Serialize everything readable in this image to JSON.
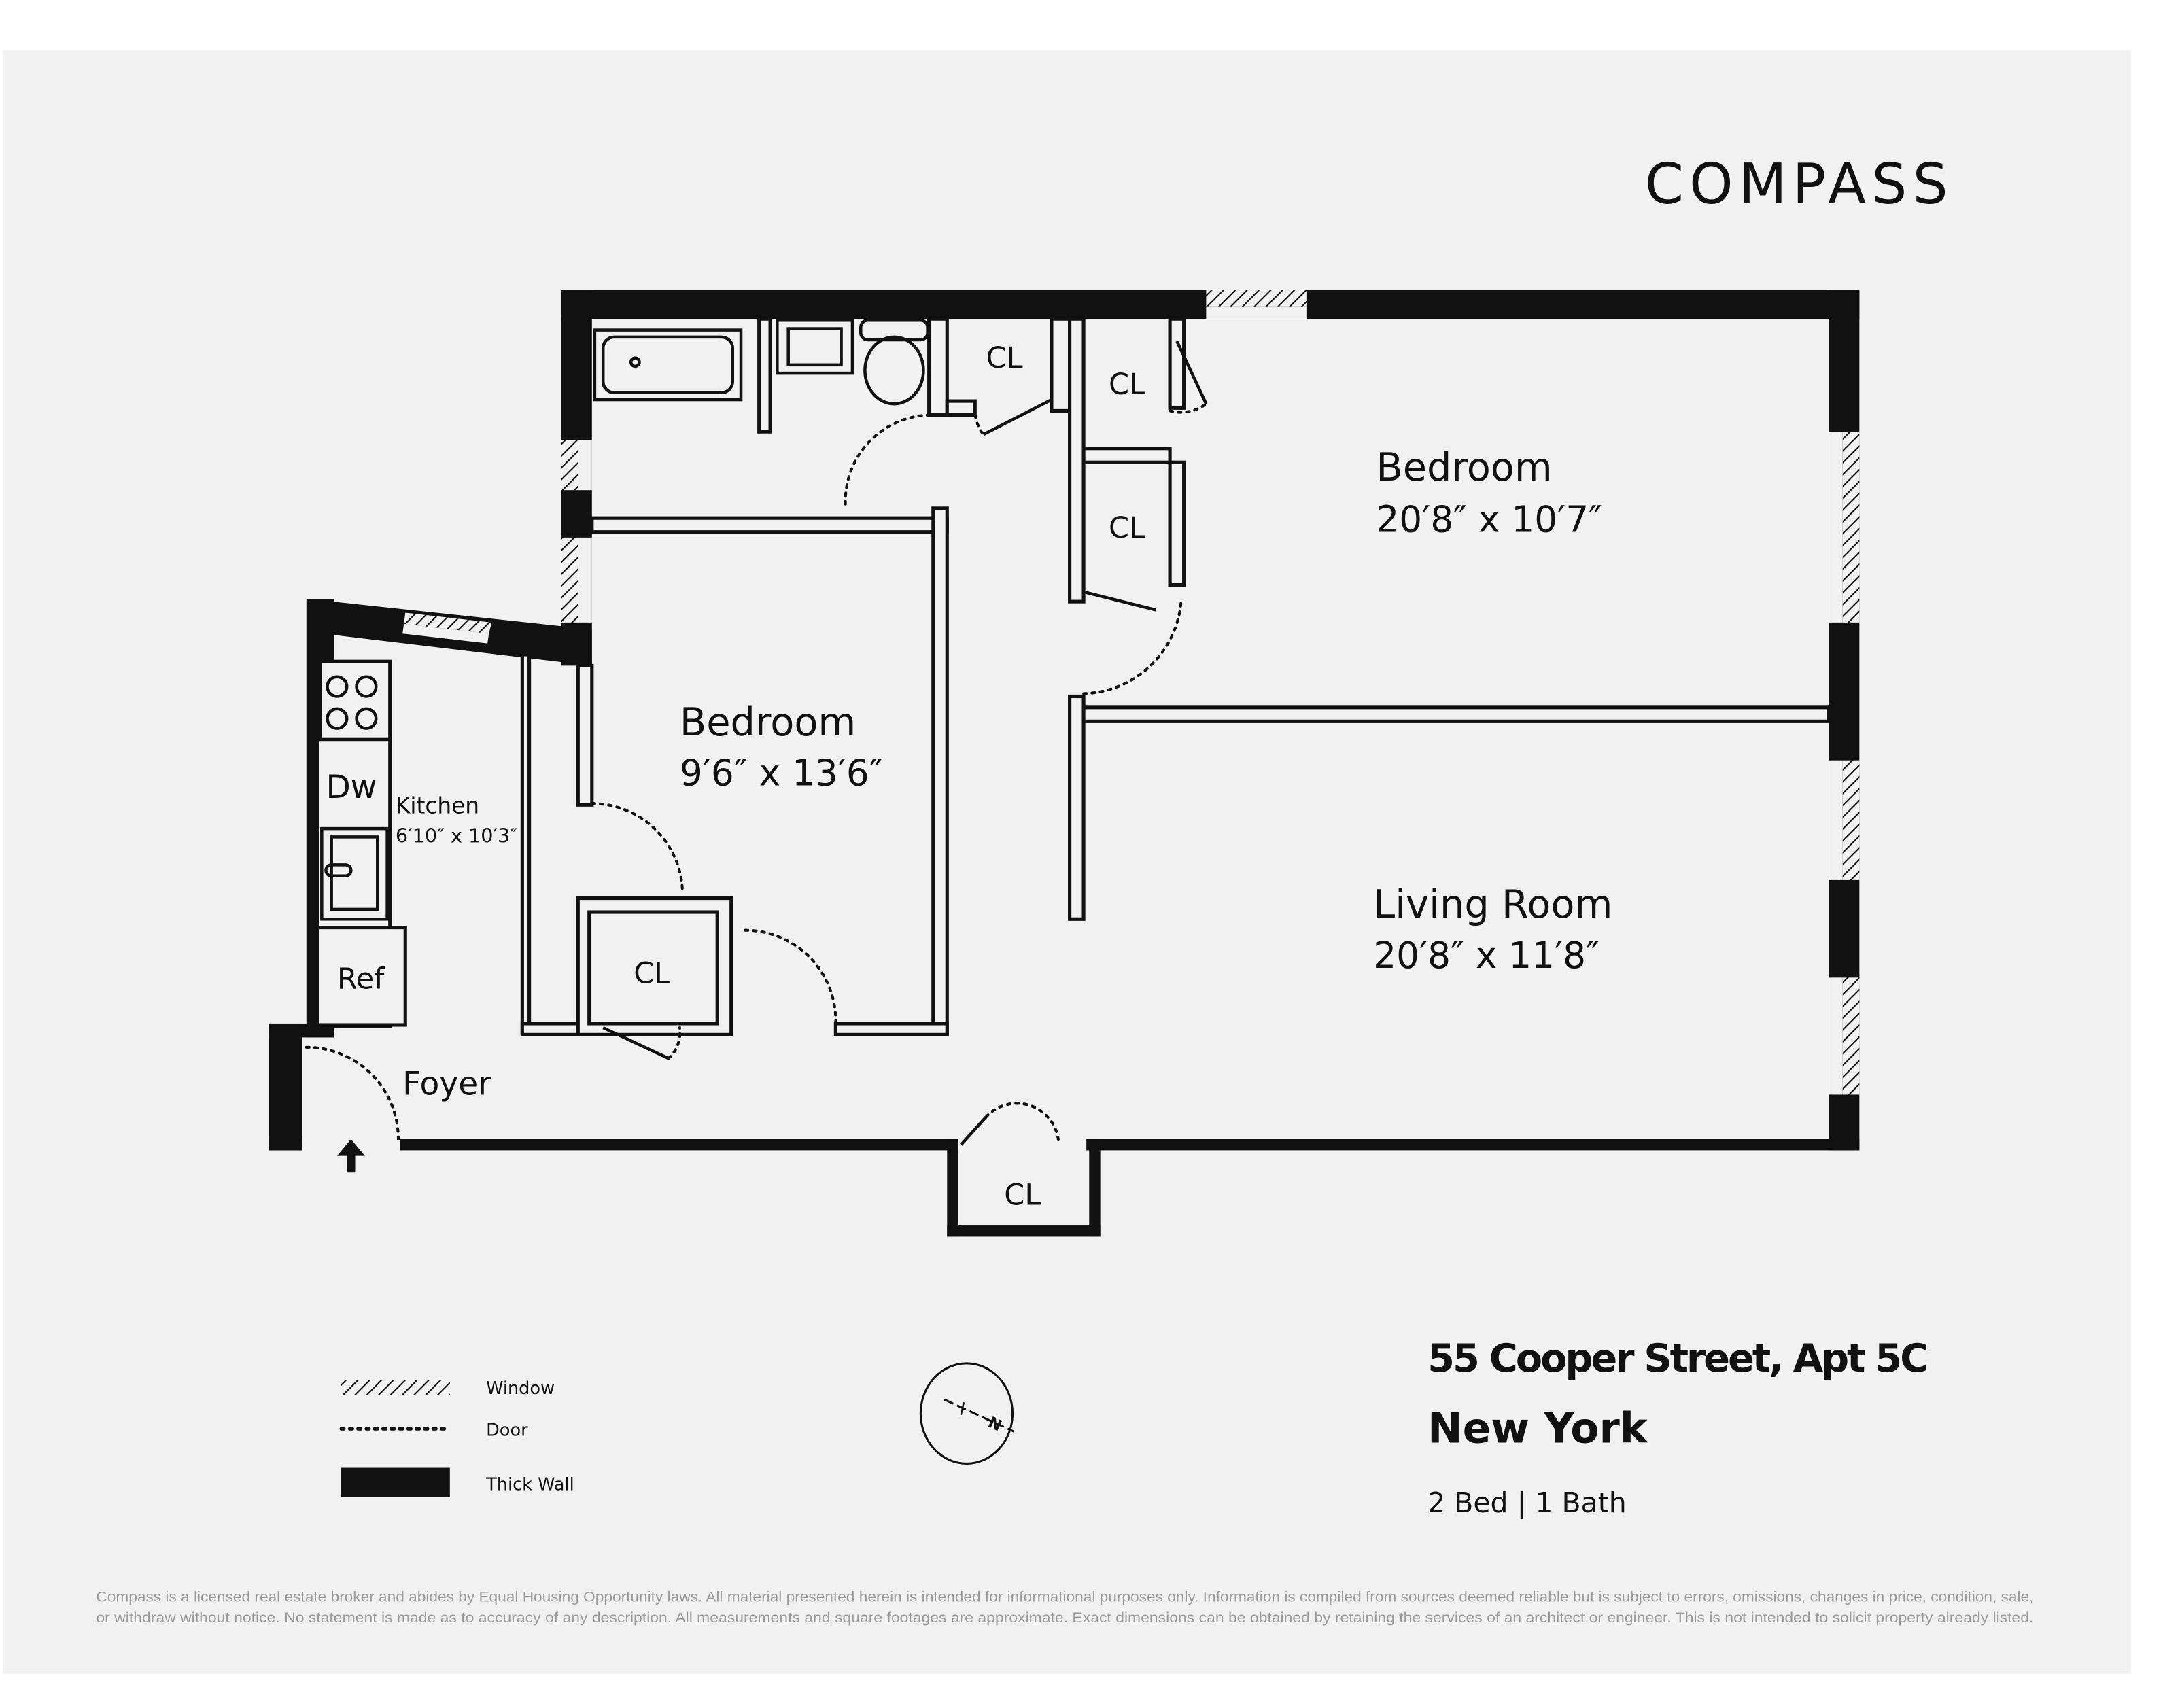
{
  "brand": {
    "logo_text": "COMPASS"
  },
  "rooms": {
    "bedroom_main": {
      "label": "Bedroom",
      "dims": "20′8″ x 10′7″"
    },
    "bedroom_second": {
      "label": "Bedroom",
      "dims": "9′6″ x 13′6″"
    },
    "living_room": {
      "label": "Living Room",
      "dims": "20′8″ x 11′8″"
    },
    "kitchen": {
      "label": "Kitchen",
      "dims": "6′10″ x 10′3″"
    },
    "foyer": {
      "label": "Foyer"
    },
    "closet_label": "CL",
    "dishwasher": "Dw",
    "refrigerator": "Ref"
  },
  "legend": [
    {
      "label": "Window",
      "icon": "window-hatch-icon"
    },
    {
      "label": "Door",
      "icon": "door-dotted-icon"
    },
    {
      "label": "Thick Wall",
      "icon": "thick-wall-icon"
    }
  ],
  "compass_rose": {
    "north_label": "N"
  },
  "listing": {
    "address": "55 Cooper Street, Apt 5C",
    "city": "New York",
    "summary": "2 Bed | 1 Bath"
  },
  "disclaimer": {
    "line1": "Compass is a licensed real estate broker and abides by Equal Housing Opportunity laws. All material presented herein is intended for informational purposes only. Information is compiled from sources deemed reliable but is subject to errors, omissions, changes in price, condition, sale,",
    "line2": "or withdraw without notice. No statement is made as to accuracy of any description. All measurements and square footages are approximate. Exact dimensions can be obtained by retaining the services of an architect or engineer. This is not intended to solicit property already listed."
  },
  "colors": {
    "background": "#f1f1f1",
    "wall": "#111111",
    "disclaimer": "#9a9a9a"
  }
}
